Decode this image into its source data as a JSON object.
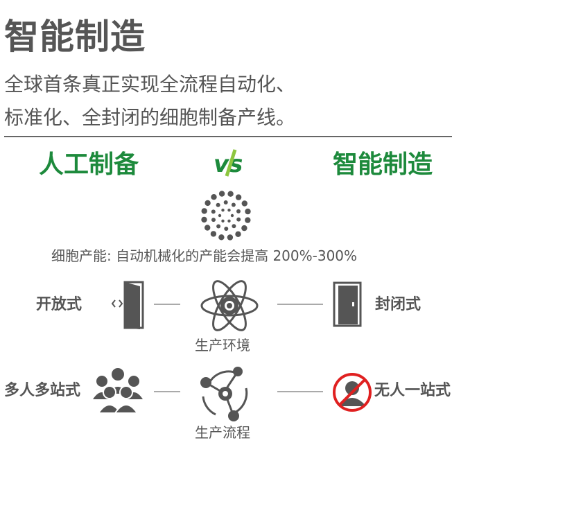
{
  "title": "智能制造",
  "subtitle": {
    "line1": "全球首条真正实现全流程自动化、",
    "line2": "标准化、全封闭的细胞制备产线。"
  },
  "comparison": {
    "left_heading": "人工制备",
    "right_heading": "智能制造",
    "vs_text": "vs"
  },
  "capacity_text": "细胞产能: 自动机械化的产能会提高 200%-300%",
  "rows": [
    {
      "left_label": "开放式",
      "left_icon": "open-door-icon",
      "center_icon": "atom-icon",
      "center_label": "生产环境",
      "right_icon": "closed-door-icon",
      "right_label": "封闭式"
    },
    {
      "left_label": "多人多站式",
      "left_icon": "group-people-icon",
      "center_icon": "process-network-icon",
      "center_label": "生产流程",
      "right_icon": "no-person-icon",
      "right_label": "无人一站式"
    }
  ],
  "colors": {
    "accent_green": "#1d8a3c",
    "vs_green": "#8dc63f",
    "text_gray": "#555555",
    "prohibit_red": "#e02020"
  }
}
